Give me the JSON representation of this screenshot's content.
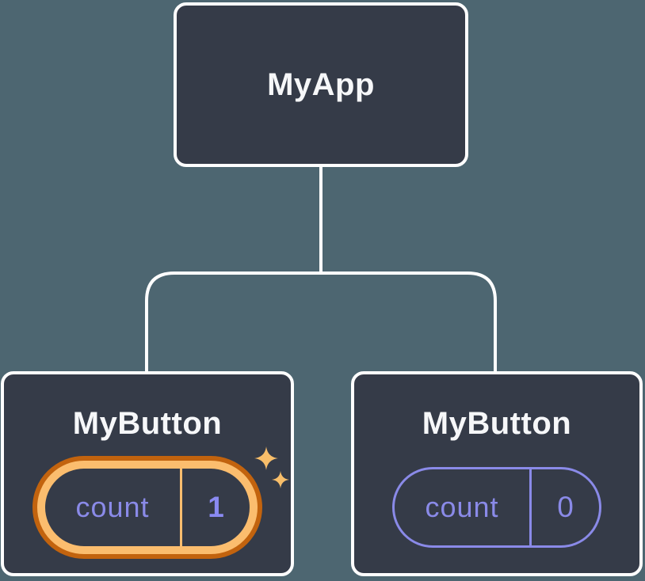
{
  "diagram": {
    "description": "Component tree: root app with two button children holding independent state",
    "root": {
      "title": "MyApp"
    },
    "children": [
      {
        "title": "MyButton",
        "state": {
          "label": "count",
          "value": "1"
        },
        "highlighted": true,
        "decoration": "sparkle-icon"
      },
      {
        "title": "MyButton",
        "state": {
          "label": "count",
          "value": "0"
        },
        "highlighted": false,
        "decoration": null
      }
    ],
    "colors": {
      "background": "#4D6671",
      "node_fill": "#353B48",
      "node_border": "#FFFFFF",
      "title_text": "#F6F7F9",
      "state_purple": "#8A8AE8",
      "state_purple_bright": "#8A8AF2",
      "orange_dark": "#C2630E",
      "orange_light": "#FBBD6E",
      "sparkle_gold": "#F8BE6A"
    }
  }
}
